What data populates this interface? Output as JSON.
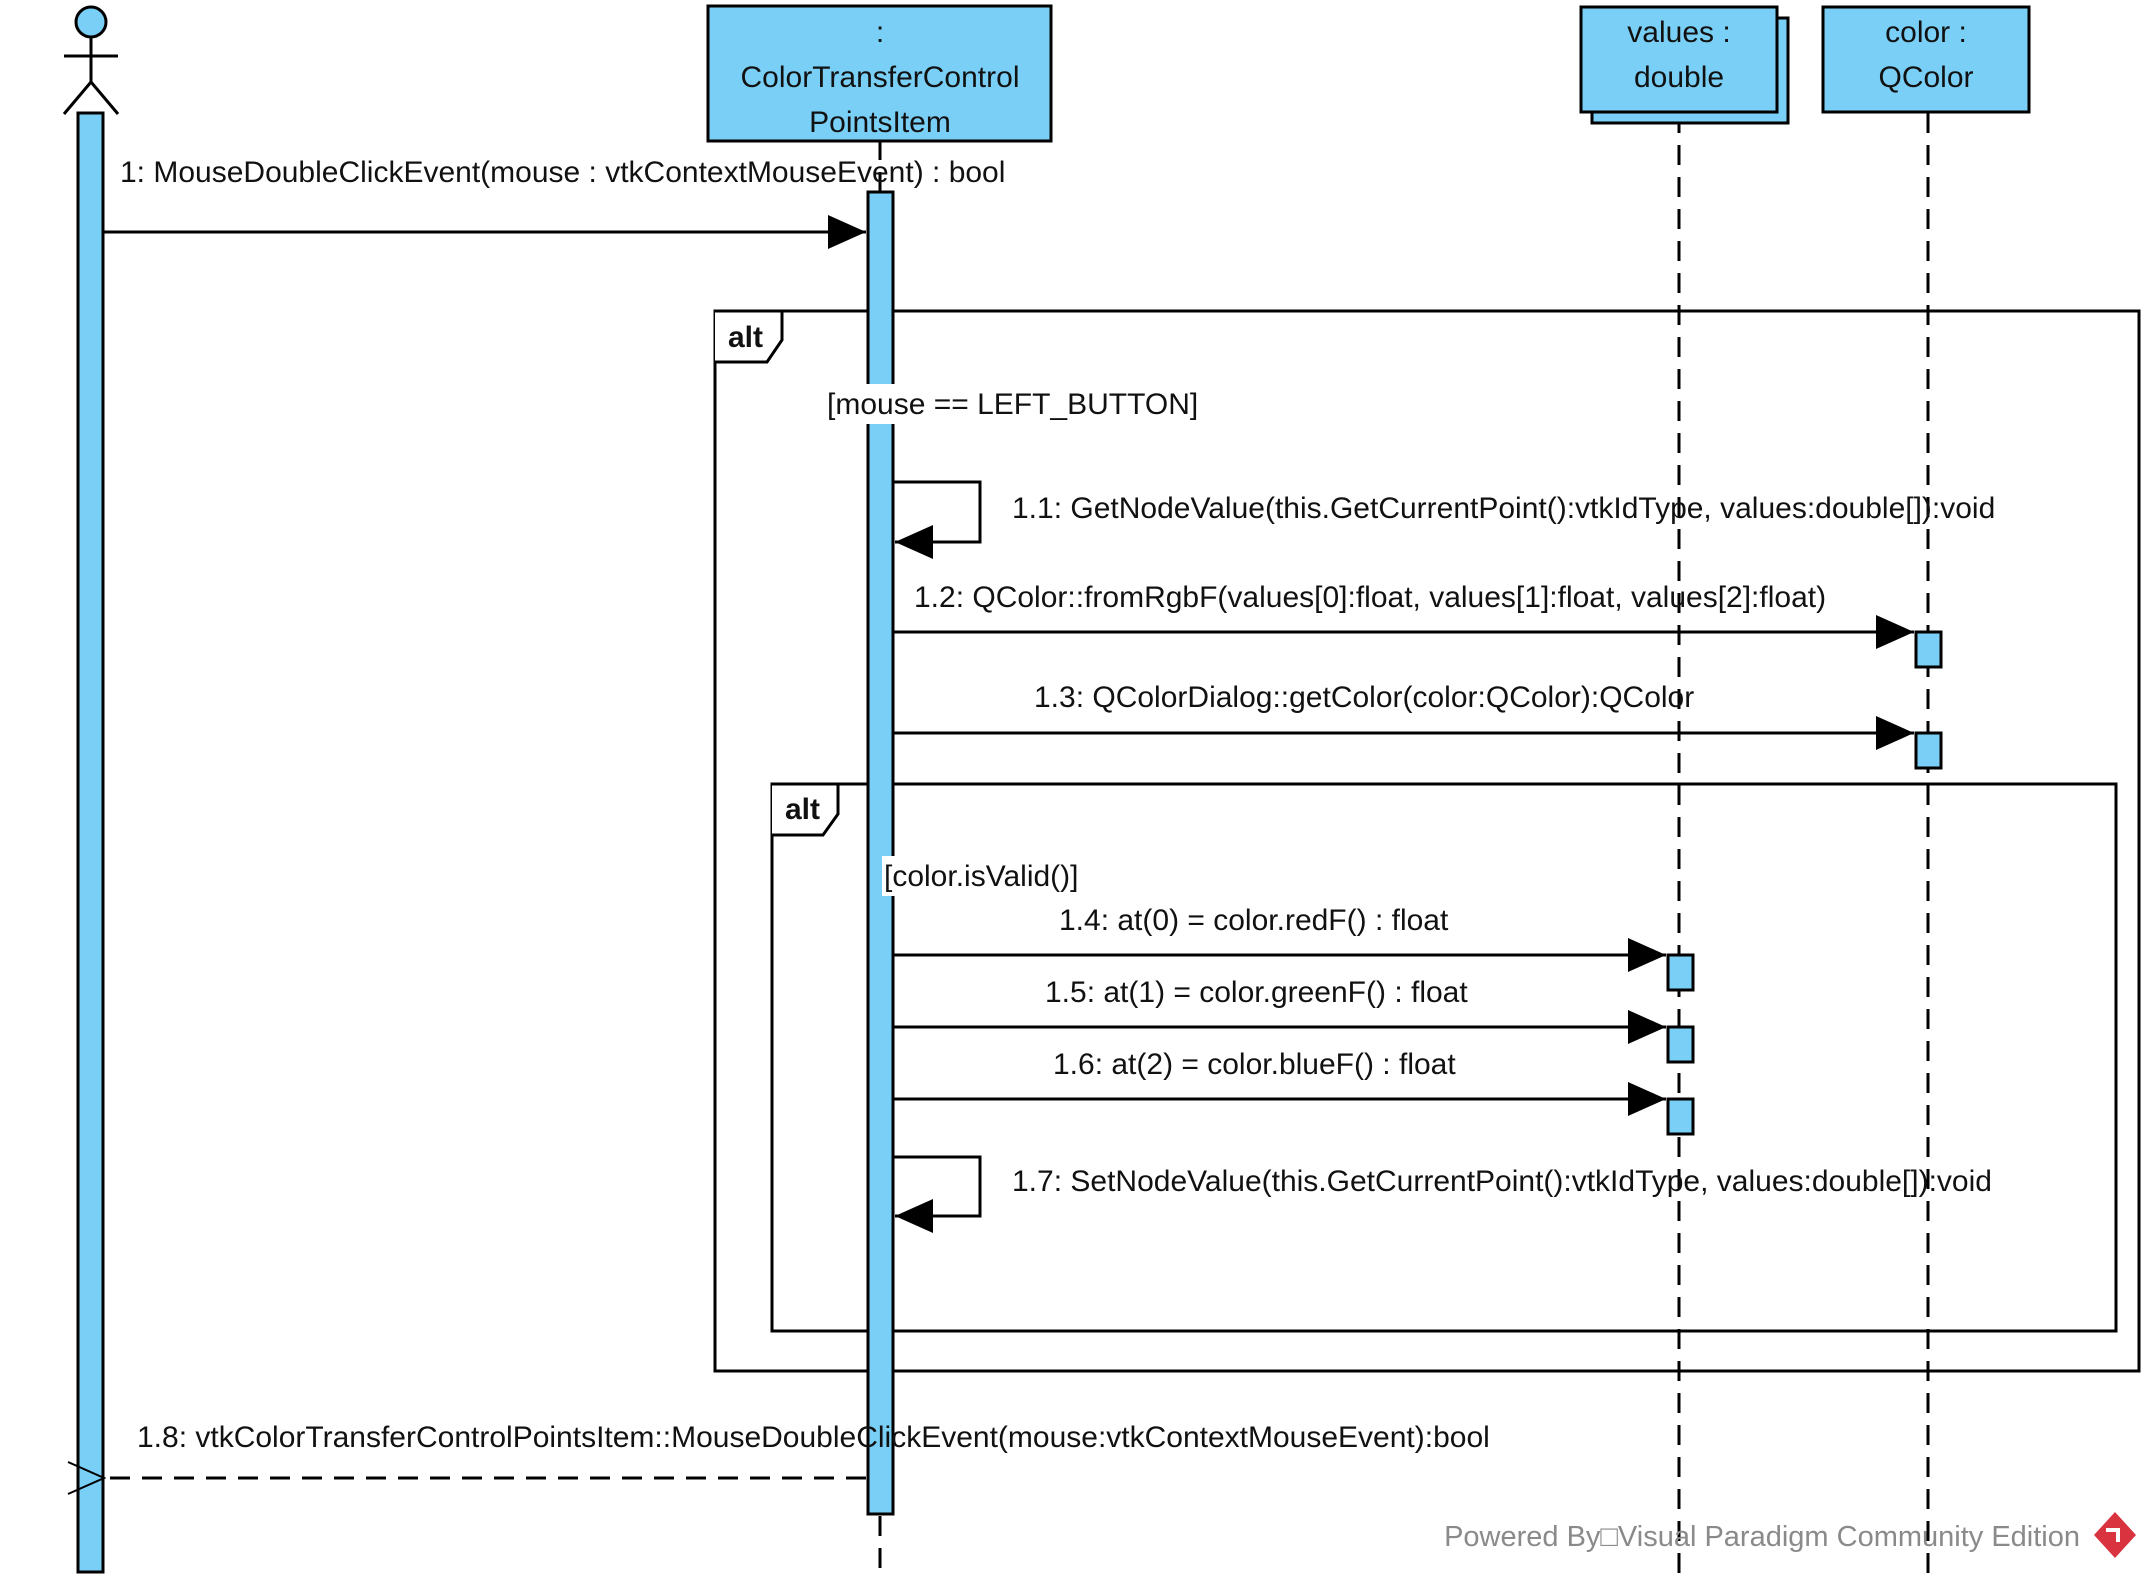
{
  "colors": {
    "lifeline_fill": "#79CFF5",
    "stroke": "#000000",
    "watermark": "#8a8a8a",
    "logo": "#d9333f"
  },
  "lifelines": {
    "actor": {
      "label": ""
    },
    "control": {
      "line1": ":",
      "line2": "ColorTransferControl",
      "line3": "PointsItem"
    },
    "values": {
      "line1": "values :",
      "line2": "double"
    },
    "color": {
      "line1": "color :",
      "line2": "QColor"
    }
  },
  "fragments": {
    "outer": {
      "operator": "alt",
      "guard": "[mouse == LEFT_BUTTON]"
    },
    "inner": {
      "operator": "alt",
      "guard": "[color.isValid()]"
    }
  },
  "messages": {
    "m1": "1: MouseDoubleClickEvent(mouse : vtkContextMouseEvent) : bool",
    "m1_1": "1.1: GetNodeValue(this.GetCurrentPoint():vtkIdType, values:double[]):void",
    "m1_2": "1.2: QColor::fromRgbF(values[0]:float, values[1]:float, values[2]:float)",
    "m1_3": "1.3: QColorDialog::getColor(color:QColor):QColor",
    "m1_4": "1.4: at(0) = color.redF() : float",
    "m1_5": "1.5: at(1) = color.greenF() : float",
    "m1_6": "1.6: at(2) = color.blueF() : float",
    "m1_7": "1.7: SetNodeValue(this.GetCurrentPoint():vtkIdType, values:double[]):void",
    "m1_8": "1.8: vtkColorTransferControlPointsItem::MouseDoubleClickEvent(mouse:vtkContextMouseEvent):bool"
  },
  "watermark": {
    "text": "Powered By□Visual Paradigm Community Edition",
    "logo_icon": "visual-paradigm-logo-icon"
  }
}
